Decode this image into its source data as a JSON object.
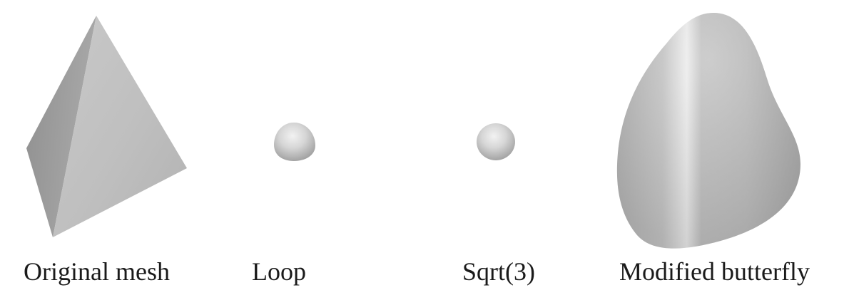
{
  "panels": [
    {
      "caption": "Original mesh"
    },
    {
      "caption": "Loop"
    },
    {
      "caption": "Sqrt(3)"
    },
    {
      "caption": "Modified butterfly"
    }
  ],
  "colors": {
    "background": "#ffffff",
    "text": "#1a1a1a",
    "surface_light": "#e4e4e4",
    "surface_mid": "#b8b8b8",
    "surface_dark": "#8e8e8e"
  }
}
